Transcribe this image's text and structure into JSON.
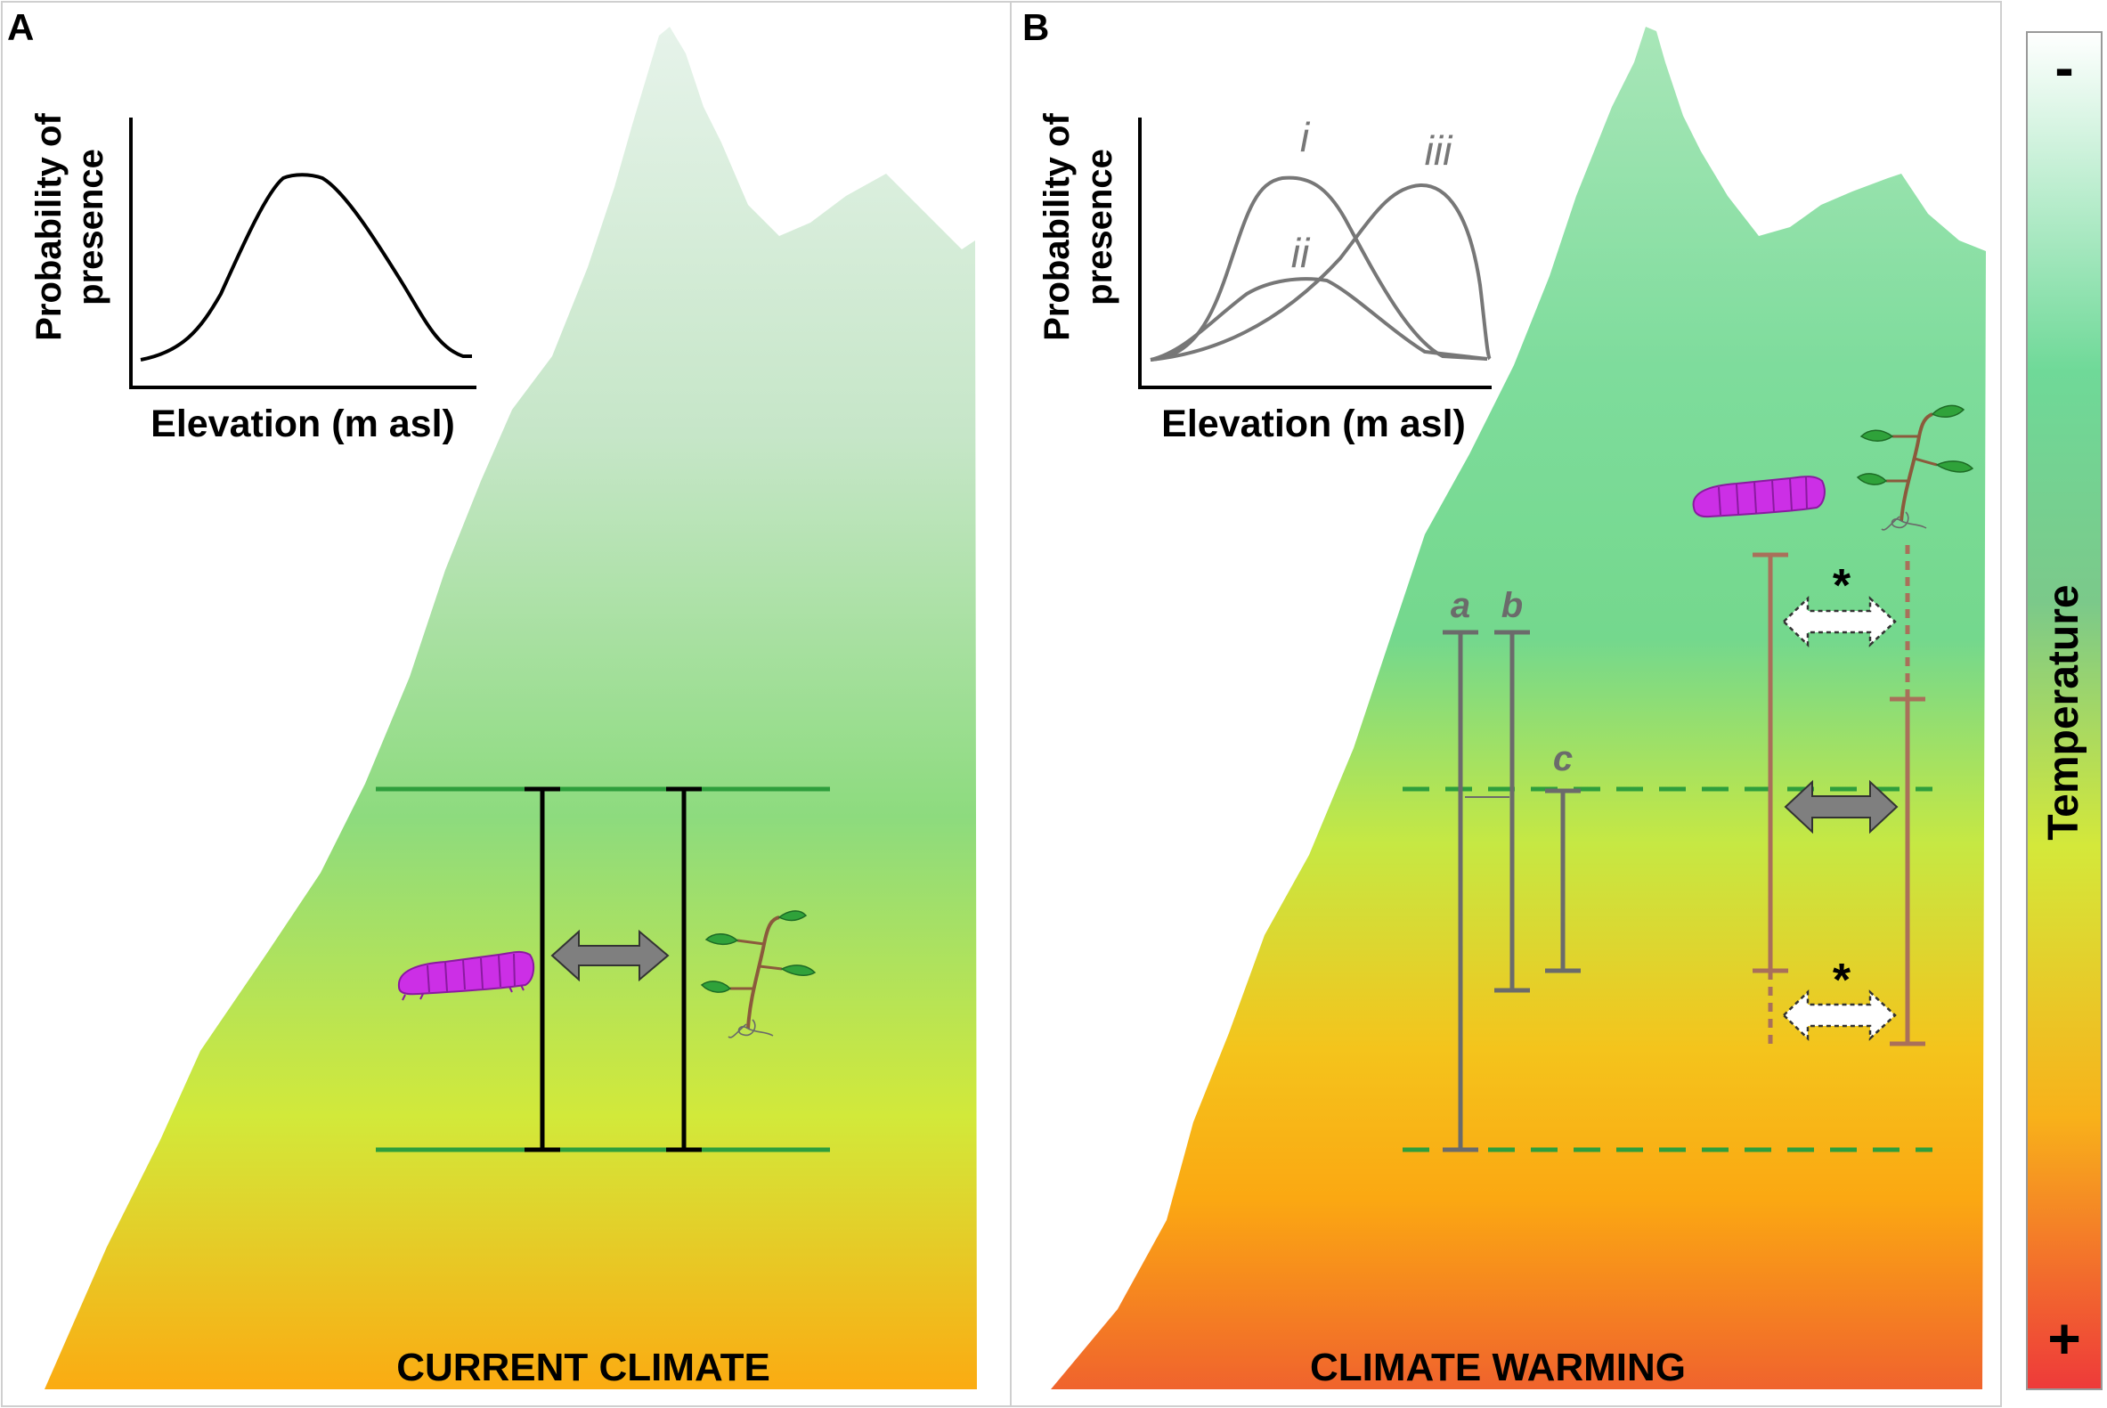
{
  "panel_a": {
    "letter": "A",
    "caption": "CURRENT CLIMATE",
    "inset": {
      "ylabel_line1": "Probability of",
      "ylabel_line2": "presence",
      "xlabel": "Elevation (m asl)"
    }
  },
  "panel_b": {
    "letter": "B",
    "caption": "CLIMATE WARMING",
    "inset": {
      "ylabel_line1": "Probability of",
      "ylabel_line2": "presence",
      "xlabel": "Elevation (m asl)",
      "curve_labels": [
        "i",
        "ii",
        "iii"
      ]
    },
    "range_labels": [
      "a",
      "b",
      "c"
    ],
    "asterisk": "*"
  },
  "temperature_scale": {
    "title": "Temperature",
    "top_symbol": "-",
    "bottom_symbol": "+"
  },
  "colors": {
    "cold": "#d8ede0",
    "mid_green": "#8fdb7f",
    "yellow": "#d4e83a",
    "orange": "#fbb515",
    "hot": "#f0642d",
    "range_line": "#2e9e3c",
    "bar_black": "#000000",
    "bar_grey": "#6b6b6b",
    "bar_brown": "#a9705a",
    "arrow_grey": "#7f7f7f",
    "larva": "#cc2fe6"
  }
}
